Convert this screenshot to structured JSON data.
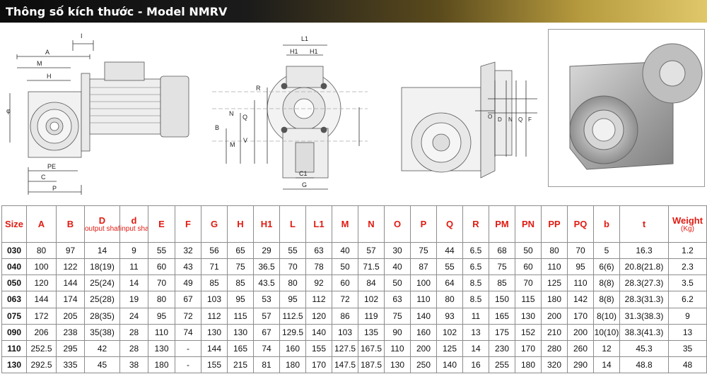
{
  "header": {
    "title": "Thông số kích thước - Model NMRV"
  },
  "drawing_labels": {
    "view1": [
      "A",
      "I",
      "M",
      "H",
      "φ",
      "PE",
      "C",
      "P"
    ],
    "view2": [
      "L1",
      "H1",
      "H1",
      "R",
      "N",
      "Q",
      "B",
      "M",
      "V",
      "C1",
      "G"
    ],
    "view3": [
      "O",
      "D",
      "N",
      "Q",
      "F"
    ]
  },
  "colors": {
    "header_text": "#e01b12",
    "title_bg_dark": "#111111",
    "title_bg_gold": "#d6bd5e"
  },
  "table": {
    "columns": [
      {
        "label": "Size"
      },
      {
        "label": "A"
      },
      {
        "label": "B"
      },
      {
        "label": "D",
        "sub": "output shaft"
      },
      {
        "label": "d",
        "sub": "input shaft"
      },
      {
        "label": "E"
      },
      {
        "label": "F"
      },
      {
        "label": "G"
      },
      {
        "label": "H"
      },
      {
        "label": "H1"
      },
      {
        "label": "L"
      },
      {
        "label": "L1"
      },
      {
        "label": "M"
      },
      {
        "label": "N"
      },
      {
        "label": "O"
      },
      {
        "label": "P"
      },
      {
        "label": "Q"
      },
      {
        "label": "R"
      },
      {
        "label": "PM"
      },
      {
        "label": "PN"
      },
      {
        "label": "PP"
      },
      {
        "label": "PQ"
      },
      {
        "label": "b"
      },
      {
        "label": "t"
      },
      {
        "label": "Weight",
        "sub": "(Kg)"
      }
    ],
    "rows": [
      [
        "030",
        "80",
        "97",
        "14",
        "9",
        "55",
        "32",
        "56",
        "65",
        "29",
        "55",
        "63",
        "40",
        "57",
        "30",
        "75",
        "44",
        "6.5",
        "68",
        "50",
        "80",
        "70",
        "5",
        "16.3",
        "1.2"
      ],
      [
        "040",
        "100",
        "122",
        "18(19)",
        "11",
        "60",
        "43",
        "71",
        "75",
        "36.5",
        "70",
        "78",
        "50",
        "71.5",
        "40",
        "87",
        "55",
        "6.5",
        "75",
        "60",
        "110",
        "95",
        "6(6)",
        "20.8(21.8)",
        "2.3"
      ],
      [
        "050",
        "120",
        "144",
        "25(24)",
        "14",
        "70",
        "49",
        "85",
        "85",
        "43.5",
        "80",
        "92",
        "60",
        "84",
        "50",
        "100",
        "64",
        "8.5",
        "85",
        "70",
        "125",
        "110",
        "8(8)",
        "28.3(27.3)",
        "3.5"
      ],
      [
        "063",
        "144",
        "174",
        "25(28)",
        "19",
        "80",
        "67",
        "103",
        "95",
        "53",
        "95",
        "112",
        "72",
        "102",
        "63",
        "110",
        "80",
        "8.5",
        "150",
        "115",
        "180",
        "142",
        "8(8)",
        "28.3(31.3)",
        "6.2"
      ],
      [
        "075",
        "172",
        "205",
        "28(35)",
        "24",
        "95",
        "72",
        "112",
        "115",
        "57",
        "112.5",
        "120",
        "86",
        "119",
        "75",
        "140",
        "93",
        "11",
        "165",
        "130",
        "200",
        "170",
        "8(10)",
        "31.3(38.3)",
        "9"
      ],
      [
        "090",
        "206",
        "238",
        "35(38)",
        "28",
        "110",
        "74",
        "130",
        "130",
        "67",
        "129.5",
        "140",
        "103",
        "135",
        "90",
        "160",
        "102",
        "13",
        "175",
        "152",
        "210",
        "200",
        "10(10)",
        "38.3(41.3)",
        "13"
      ],
      [
        "110",
        "252.5",
        "295",
        "42",
        "28",
        "130",
        "-",
        "144",
        "165",
        "74",
        "160",
        "155",
        "127.5",
        "167.5",
        "110",
        "200",
        "125",
        "14",
        "230",
        "170",
        "280",
        "260",
        "12",
        "45.3",
        "35"
      ],
      [
        "130",
        "292.5",
        "335",
        "45",
        "38",
        "180",
        "-",
        "155",
        "215",
        "81",
        "180",
        "170",
        "147.5",
        "187.5",
        "130",
        "250",
        "140",
        "16",
        "255",
        "180",
        "320",
        "290",
        "14",
        "48.8",
        "48"
      ]
    ]
  }
}
